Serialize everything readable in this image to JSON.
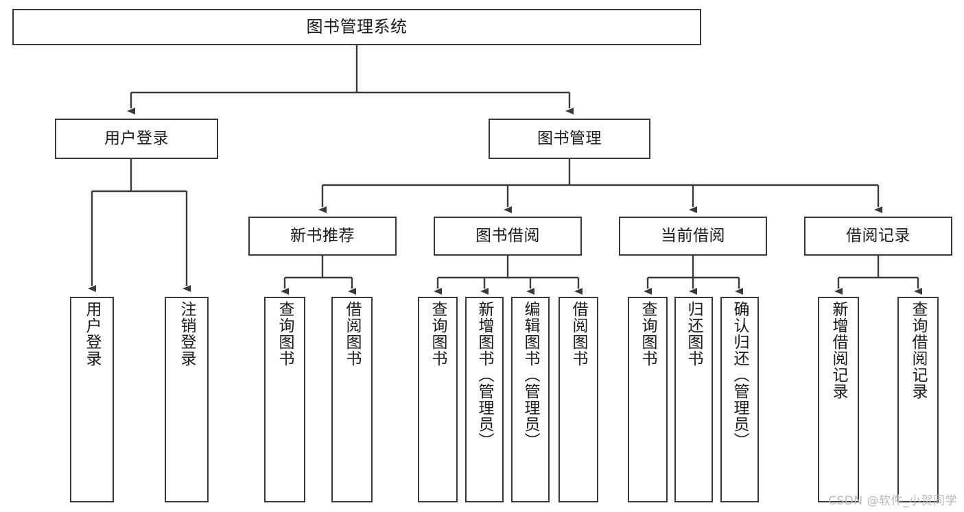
{
  "diagram": {
    "type": "tree",
    "title": "图书管理系统",
    "root": {
      "id": "root",
      "label": "图书管理系统",
      "orientation": "horizontal"
    },
    "level1": [
      {
        "id": "user-login",
        "label": "用户登录",
        "orientation": "horizontal"
      },
      {
        "id": "book-management",
        "label": "图书管理",
        "orientation": "horizontal"
      }
    ],
    "level2": [
      {
        "id": "new-book-recommend",
        "label": "新书推荐",
        "orientation": "horizontal",
        "parent": "book-management"
      },
      {
        "id": "book-borrow",
        "label": "图书借阅",
        "orientation": "horizontal",
        "parent": "book-management"
      },
      {
        "id": "current-borrow",
        "label": "当前借阅",
        "orientation": "horizontal",
        "parent": "book-management"
      },
      {
        "id": "borrow-record",
        "label": "借阅记录",
        "orientation": "horizontal",
        "parent": "book-management"
      }
    ],
    "leaves": [
      {
        "id": "leaf-user-login",
        "label": "用户登录",
        "orientation": "vertical",
        "parent": "user-login"
      },
      {
        "id": "leaf-user-logout",
        "label": "注销登录",
        "orientation": "vertical",
        "parent": "user-login"
      },
      {
        "id": "leaf-query-book-1",
        "label": "查询图书",
        "orientation": "vertical",
        "parent": "new-book-recommend"
      },
      {
        "id": "leaf-borrow-book-1",
        "label": "借阅图书",
        "orientation": "vertical",
        "parent": "new-book-recommend"
      },
      {
        "id": "leaf-query-book-2",
        "label": "查询图书",
        "orientation": "vertical",
        "parent": "book-borrow"
      },
      {
        "id": "leaf-add-book",
        "label": "新增图书（管理员）",
        "orientation": "vertical",
        "parent": "book-borrow"
      },
      {
        "id": "leaf-edit-book",
        "label": "编辑图书（管理员）",
        "orientation": "vertical",
        "parent": "book-borrow"
      },
      {
        "id": "leaf-borrow-book-2",
        "label": "借阅图书",
        "orientation": "vertical",
        "parent": "book-borrow"
      },
      {
        "id": "leaf-query-book-3",
        "label": "查询图书",
        "orientation": "vertical",
        "parent": "current-borrow"
      },
      {
        "id": "leaf-return-book",
        "label": "归还图书",
        "orientation": "vertical",
        "parent": "current-borrow"
      },
      {
        "id": "leaf-confirm-return",
        "label": "确认归还（管理员）",
        "orientation": "vertical",
        "parent": "current-borrow"
      },
      {
        "id": "leaf-add-record",
        "label": "新增借阅记录",
        "orientation": "vertical",
        "parent": "borrow-record"
      },
      {
        "id": "leaf-query-record",
        "label": "查询借阅记录",
        "orientation": "vertical",
        "parent": "borrow-record"
      }
    ],
    "colors": {
      "stroke": "#3a3a3a",
      "fill": "#ffffff",
      "text": "#1b1b1b",
      "watermark": "#b9b9b9"
    }
  },
  "watermark": {
    "text": "CSDN @软件_小贺同学"
  }
}
